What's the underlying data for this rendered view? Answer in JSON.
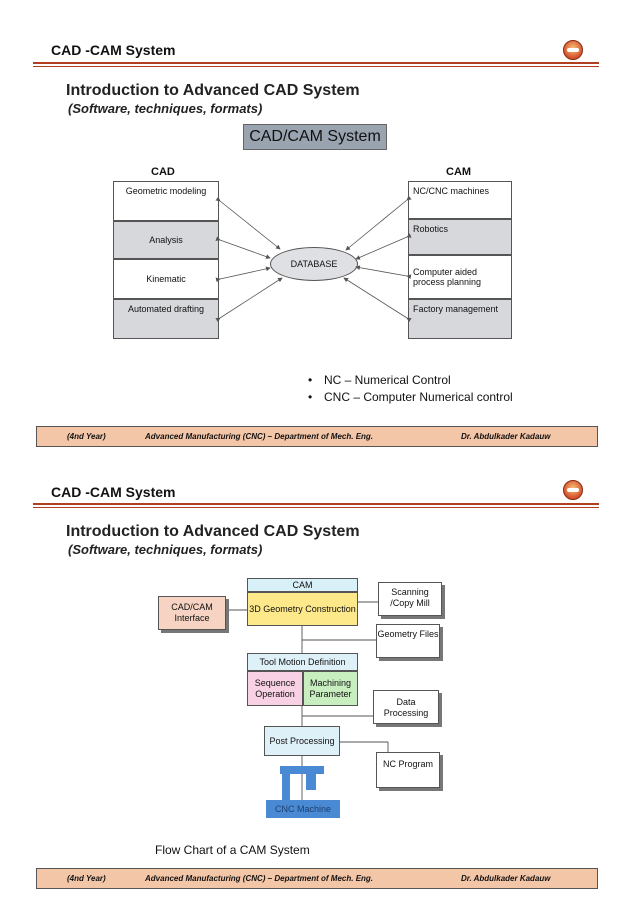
{
  "page1": {
    "header_title": "CAD -CAM System",
    "intro_title": "Introduction to Advanced CAD System",
    "intro_sub": "(Software, techniques, formats)",
    "banner": "CAD/CAM System",
    "cad_heading": "CAD",
    "cam_heading": "CAM",
    "cad_items": [
      "Geometric modeling",
      "Analysis",
      "Kinematic",
      "Automated drafting"
    ],
    "cam_items": [
      "NC/CNC machines",
      "Robotics",
      "Computer aided process planning",
      "Factory management"
    ],
    "database": "DATABASE",
    "bullets": [
      "NC – Numerical Control",
      "CNC – Computer Numerical control"
    ]
  },
  "footer": {
    "year": "(4nd Year)",
    "course": "Advanced Manufacturing (CNC) – Department of Mech. Eng.",
    "author": "Dr. Abdulkader Kadauw"
  },
  "page2": {
    "header_title": "CAD -CAM System",
    "intro_title": "Introduction to Advanced CAD System",
    "intro_sub": "(Software, techniques, formats)",
    "cam_label": "CAM",
    "geometry": "3D Geometry Construction",
    "interface": "CAD/CAM Interface",
    "scanning": "Scanning /Copy Mill",
    "geometry_files": "Geometry Files",
    "tool_motion": "Tool Motion Definition",
    "sequence": "Sequence Operation",
    "machining": "Machining Parameter",
    "data_processing": "Data Processing",
    "post_processing": "Post Processing",
    "nc_program": "NC Program",
    "cnc_machine": "CNC Machine",
    "caption": "Flow Chart of a CAM System"
  },
  "colors": {
    "rule": "#b04020",
    "footer_bg": "#f4c6a8",
    "cam_box": "#d8f0f8",
    "geometry_box": "#fde98a",
    "tool_box": "#dff1f8",
    "sequence_box": "#f8d2e4",
    "machining_box": "#c8eec0",
    "interface_box": "#f6d3c2",
    "cnc_blue": "#4a8ad4"
  }
}
